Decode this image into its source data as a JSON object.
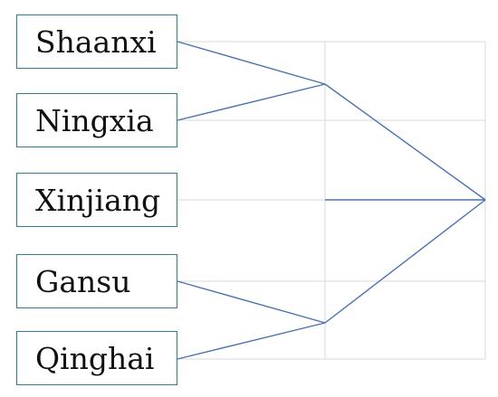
{
  "nodes": [
    {
      "label": "Shaanxi"
    },
    {
      "label": "Ningxia"
    },
    {
      "label": "Xinjiang"
    },
    {
      "label": "Gansu"
    },
    {
      "label": "Qinghai"
    }
  ],
  "colors": {
    "box_border": "#2f7d8f",
    "link": "#4a72b0",
    "grid": "#d9d9d9"
  }
}
